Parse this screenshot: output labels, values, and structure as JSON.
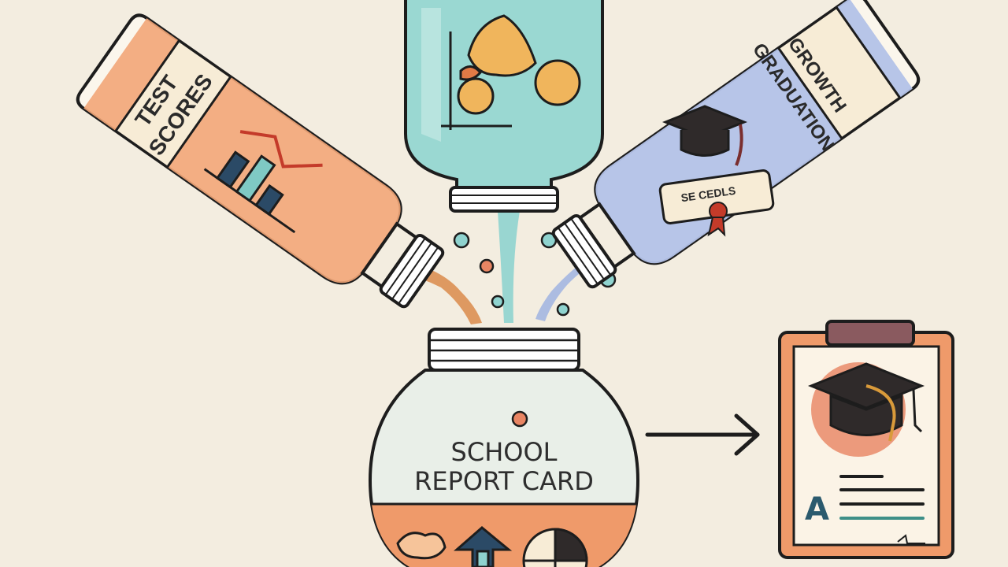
{
  "labels": {
    "test_line1": "TEST",
    "test_line2": "SCORES",
    "growth": "GROWTH",
    "graduation": "GRADUATION",
    "jar_line1": "SCHOOL",
    "jar_line2": "REPORT CARD",
    "diploma_text": "SE CEDLS",
    "grade": "A"
  },
  "colors": {
    "background": "#f3ede0",
    "outline": "#1d1d1d",
    "orange": "#ef9a6a",
    "teal": "#8fd3cf",
    "periwinkle": "#9fb3e0",
    "cream": "#f6efe1",
    "coral": "#e98563",
    "navy": "#2b4a66",
    "dark": "#2f2a2a"
  },
  "icons": [
    "bar-chart-icon",
    "scatter-chart-icon",
    "graduation-cap-icon",
    "diploma-icon",
    "up-arrow-icon",
    "pie-chart-icon",
    "report-card-icon",
    "arrow-right-icon"
  ]
}
